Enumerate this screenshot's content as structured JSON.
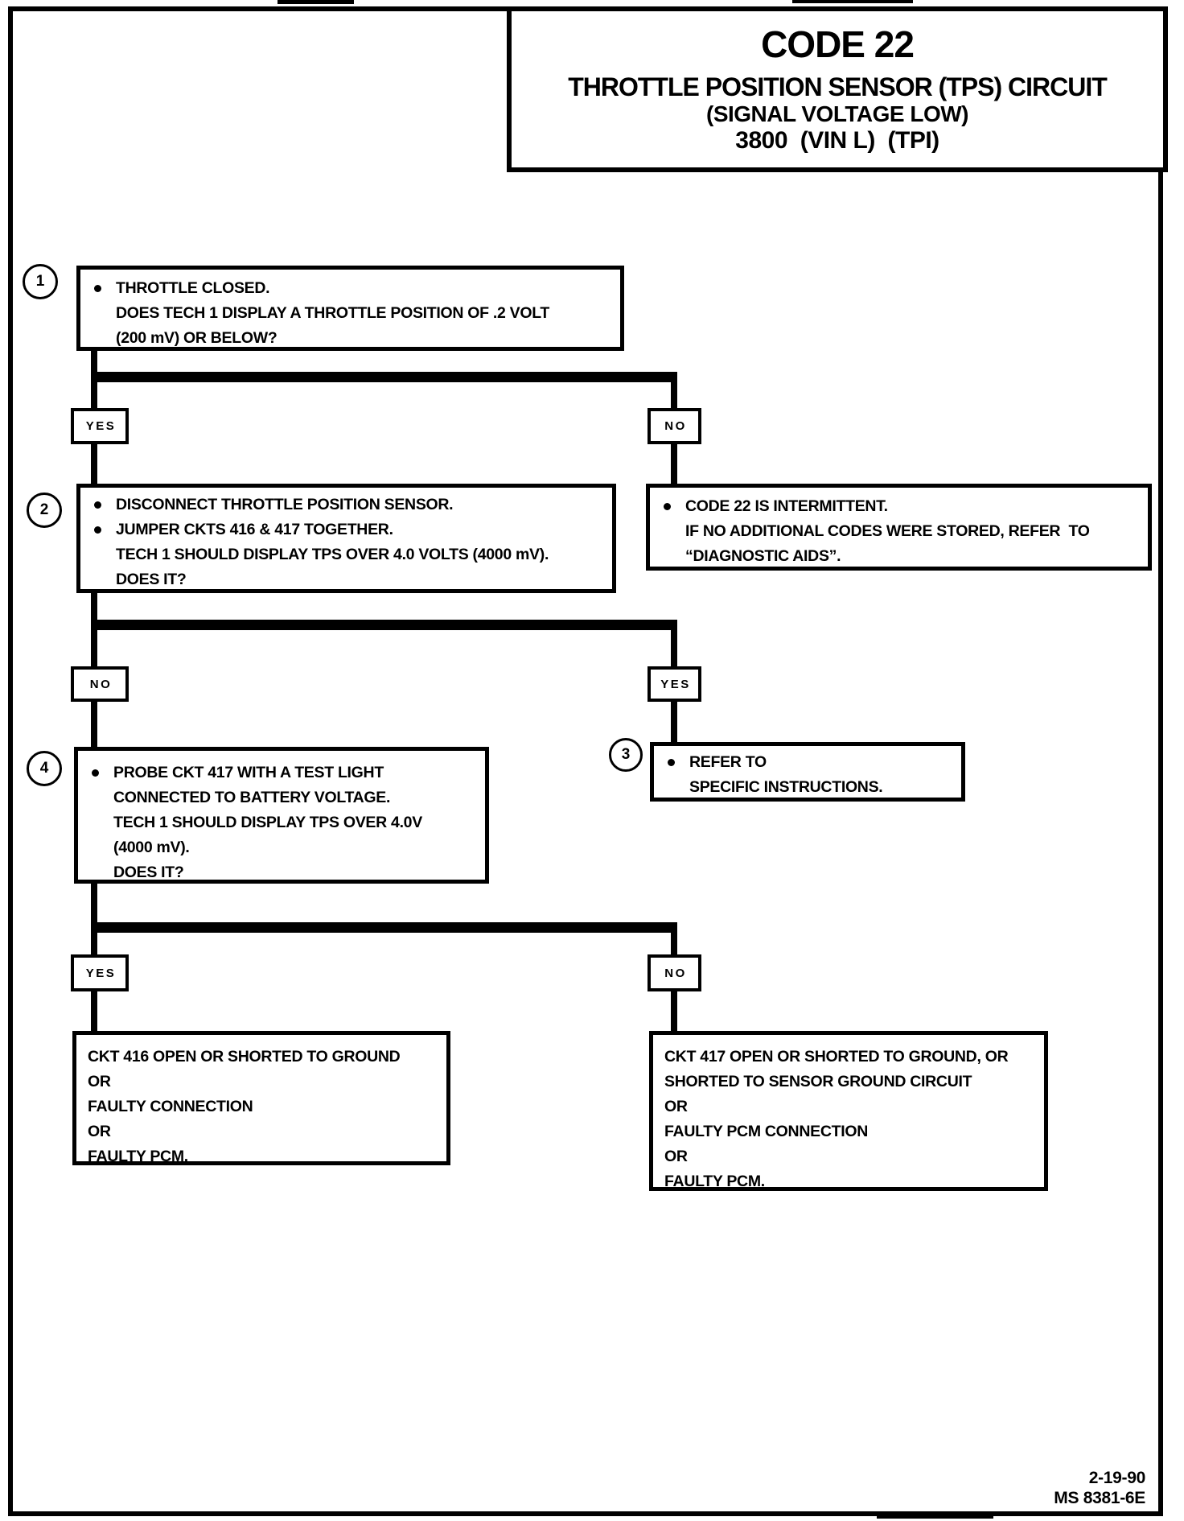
{
  "title": {
    "code": "CODE 22",
    "subtitle": "THROTTLE POSITION SENSOR (TPS) CIRCUIT",
    "condition": "(SIGNAL VOLTAGE LOW)",
    "engine": "3800  (VIN L)  (TPI)"
  },
  "labels": {
    "yes": "YES",
    "no": "NO"
  },
  "steps": {
    "s1": {
      "num": "1",
      "l1": "THROTTLE CLOSED.",
      "l2": "DOES TECH 1 DISPLAY A THROTTLE POSITION OF .2 VOLT",
      "l3": "(200 mV) OR BELOW?"
    },
    "s2": {
      "num": "2",
      "l1": "DISCONNECT THROTTLE POSITION SENSOR.",
      "l2": "JUMPER CKTS 416 & 417 TOGETHER.",
      "l3": "TECH 1 SHOULD DISPLAY TPS OVER 4.0 VOLTS (4000 mV).",
      "l4": "DOES IT?"
    },
    "intermittent": {
      "l1": "CODE 22 IS INTERMITTENT.",
      "l2": "IF NO ADDITIONAL CODES WERE STORED, REFER  TO",
      "l3": "“DIAGNOSTIC AIDS”."
    },
    "s4": {
      "num": "4",
      "l1": "PROBE CKT 417 WITH A TEST LIGHT",
      "l2": "CONNECTED TO BATTERY VOLTAGE.",
      "l3": "TECH 1 SHOULD DISPLAY TPS OVER 4.0V",
      "l4": "(4000 mV).",
      "l5": "DOES IT?"
    },
    "s3": {
      "num": "3",
      "l1": "REFER TO",
      "l2": "SPECIFIC INSTRUCTIONS."
    },
    "result416": {
      "l1": "CKT 416 OPEN OR SHORTED TO GROUND",
      "l2": "OR",
      "l3": "FAULTY CONNECTION",
      "l4": "OR",
      "l5": "FAULTY PCM."
    },
    "result417": {
      "l1": "CKT 417 OPEN OR SHORTED TO GROUND, OR",
      "l2": "SHORTED TO SENSOR GROUND CIRCUIT",
      "l3": "OR",
      "l4": "FAULTY PCM CONNECTION",
      "l5": "OR",
      "l6": "FAULTY PCM."
    }
  },
  "footer": {
    "date": "2-19-90",
    "doc": "MS 8381-6E"
  }
}
